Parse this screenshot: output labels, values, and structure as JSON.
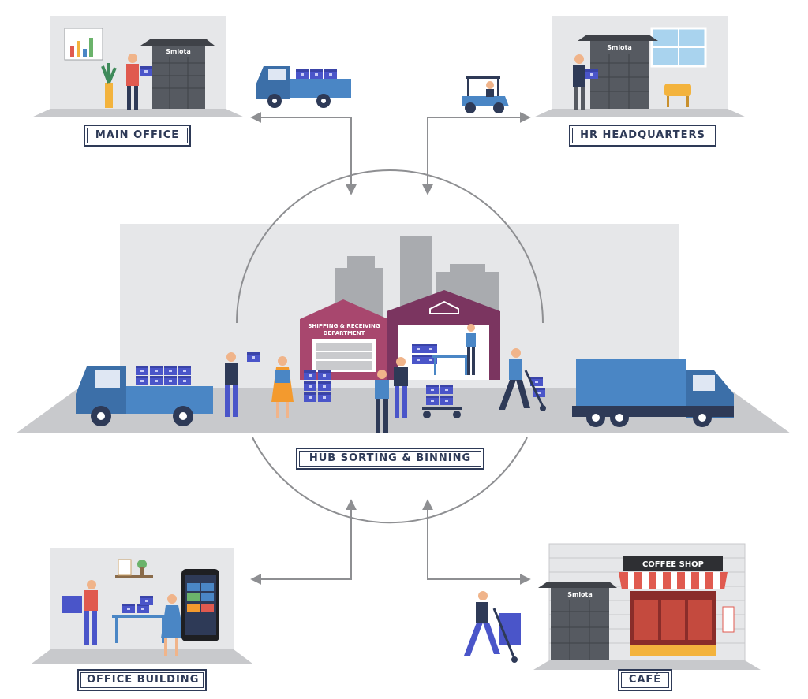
{
  "labels": {
    "main_office": "MAIN OFFICE",
    "hr_headquarters": "HR HEADQUARTERS",
    "hub": "HUB SORTING & BINNING",
    "office_building": "OFFICE BUILDING",
    "cafe": "CAFÉ"
  },
  "signs": {
    "locker_brand": "Smiota",
    "shipping_line1": "SHIPPING & RECEIVING",
    "shipping_line2": "DEPARTMENT",
    "coffee_shop": "COFFEE SHOP"
  },
  "colors": {
    "navy": "#2e3a57",
    "truck_blue": "#4a86c5",
    "box_blue": "#4a55c9",
    "locker_gray": "#565a61",
    "floor_gray": "#c8c9cc",
    "wall_gray": "#e6e7e9",
    "warehouse_pink": "#a8476e",
    "warehouse_purple": "#7b3560",
    "arrow_gray": "#8e8f92"
  }
}
